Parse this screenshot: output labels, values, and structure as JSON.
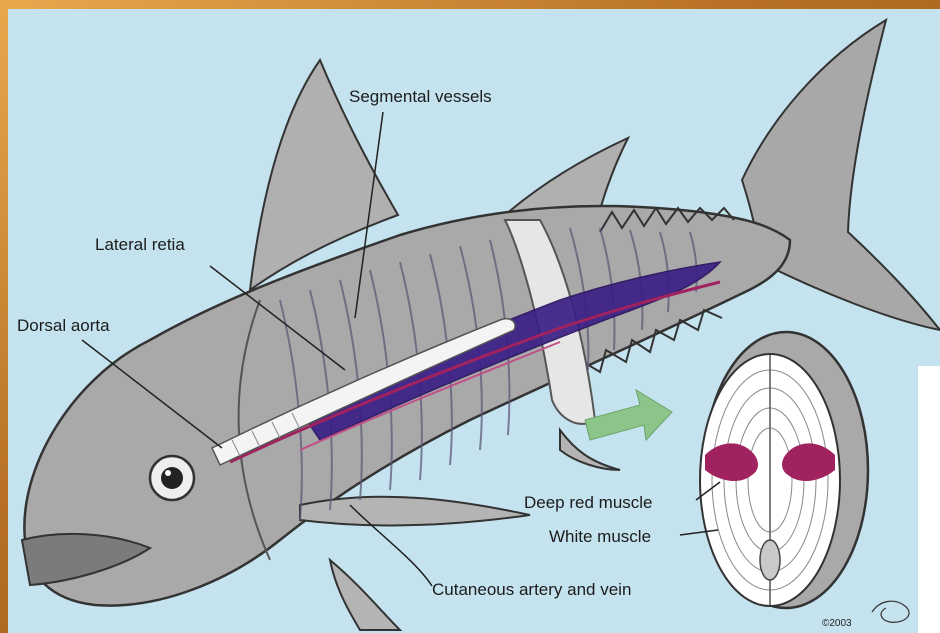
{
  "labels": {
    "segmental_vessels": "Segmental vessels",
    "lateral_retia": "Lateral retia",
    "dorsal_aorta": "Dorsal aorta",
    "deep_red_muscle": "Deep red muscle",
    "white_muscle": "White muscle",
    "cutaneous": "Cutaneous artery and vein",
    "copyright": "©2003"
  },
  "colors": {
    "background": "#c4e3ee",
    "fish_body": "#a9a9a9",
    "red_muscle": "#3b1f86",
    "artery": "#a0225e",
    "arrow": "#8cc58a"
  }
}
